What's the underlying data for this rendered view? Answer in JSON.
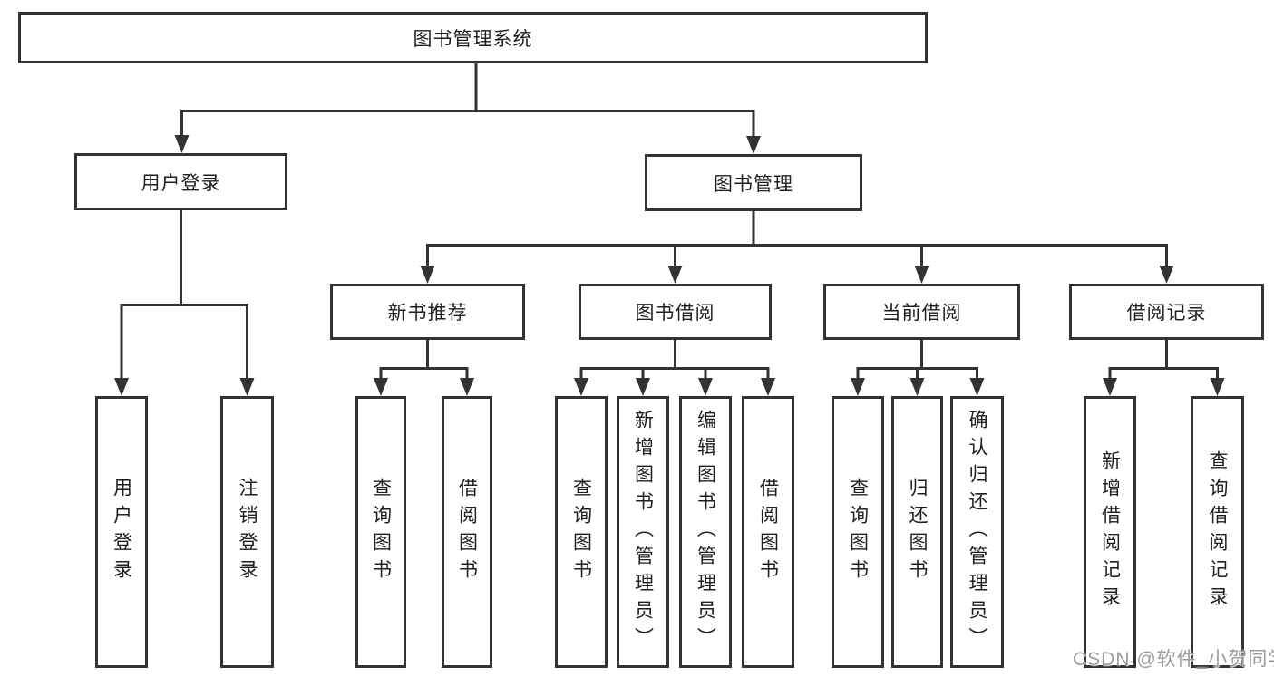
{
  "diagram": {
    "root": {
      "label": "图书管理系统"
    },
    "branches": [
      {
        "label": "用户登录",
        "children": [
          {
            "label": "用户登录"
          },
          {
            "label": "注销登录"
          }
        ]
      },
      {
        "label": "图书管理",
        "children": [
          {
            "label": "新书推荐",
            "children": [
              {
                "label": "查询图书"
              },
              {
                "label": "借阅图书"
              }
            ]
          },
          {
            "label": "图书借阅",
            "children": [
              {
                "label": "查询图书"
              },
              {
                "label": "新增图书（管理员）"
              },
              {
                "label": "编辑图书（管理员）"
              },
              {
                "label": "借阅图书"
              }
            ]
          },
          {
            "label": "当前借阅",
            "children": [
              {
                "label": "查询图书"
              },
              {
                "label": "归还图书"
              },
              {
                "label": "确认归还（管理员）"
              }
            ]
          },
          {
            "label": "借阅记录",
            "children": [
              {
                "label": "新增借阅记录"
              },
              {
                "label": "查询借阅记录"
              }
            ]
          }
        ]
      }
    ]
  },
  "watermark": {
    "text": "CSDN @软件_小贺同学",
    "color": "#9b9b9b"
  },
  "colors": {
    "line": "#333333",
    "box_border": "#333333",
    "box_background": "#ffffff",
    "text": "#1f1f1f",
    "background": "#ffffff"
  }
}
